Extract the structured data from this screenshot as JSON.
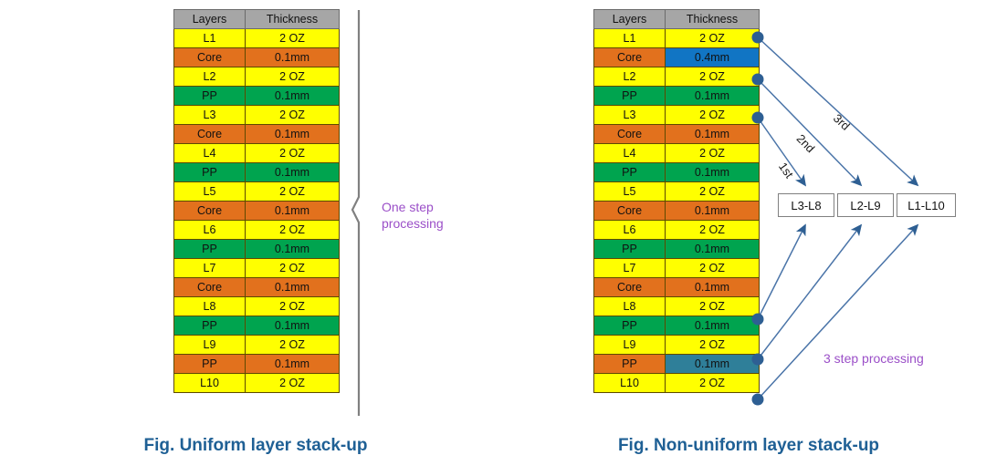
{
  "columns": [
    "Layers",
    "Thickness"
  ],
  "left": {
    "caption": "Fig. Uniform layer stack-up",
    "note": "One step\nprocessing",
    "rows": [
      {
        "layer": "L1",
        "thickness": "2 OZ",
        "layer_color": "yellow",
        "thickness_color": "yellow"
      },
      {
        "layer": "Core",
        "thickness": "0.1mm",
        "layer_color": "orange",
        "thickness_color": "orange"
      },
      {
        "layer": "L2",
        "thickness": "2 OZ",
        "layer_color": "yellow",
        "thickness_color": "yellow"
      },
      {
        "layer": "PP",
        "thickness": "0.1mm",
        "layer_color": "green",
        "thickness_color": "green"
      },
      {
        "layer": "L3",
        "thickness": "2 OZ",
        "layer_color": "yellow",
        "thickness_color": "yellow"
      },
      {
        "layer": "Core",
        "thickness": "0.1mm",
        "layer_color": "orange",
        "thickness_color": "orange"
      },
      {
        "layer": "L4",
        "thickness": "2 OZ",
        "layer_color": "yellow",
        "thickness_color": "yellow"
      },
      {
        "layer": "PP",
        "thickness": "0.1mm",
        "layer_color": "green",
        "thickness_color": "green"
      },
      {
        "layer": "L5",
        "thickness": "2 OZ",
        "layer_color": "yellow",
        "thickness_color": "yellow"
      },
      {
        "layer": "Core",
        "thickness": "0.1mm",
        "layer_color": "orange",
        "thickness_color": "orange"
      },
      {
        "layer": "L6",
        "thickness": "2 OZ",
        "layer_color": "yellow",
        "thickness_color": "yellow"
      },
      {
        "layer": "PP",
        "thickness": "0.1mm",
        "layer_color": "green",
        "thickness_color": "green"
      },
      {
        "layer": "L7",
        "thickness": "2 OZ",
        "layer_color": "yellow",
        "thickness_color": "yellow"
      },
      {
        "layer": "Core",
        "thickness": "0.1mm",
        "layer_color": "orange",
        "thickness_color": "orange"
      },
      {
        "layer": "L8",
        "thickness": "2 OZ",
        "layer_color": "yellow",
        "thickness_color": "yellow"
      },
      {
        "layer": "PP",
        "thickness": "0.1mm",
        "layer_color": "green",
        "thickness_color": "green"
      },
      {
        "layer": "L9",
        "thickness": "2 OZ",
        "layer_color": "yellow",
        "thickness_color": "yellow"
      },
      {
        "layer": "PP",
        "thickness": "0.1mm",
        "layer_color": "orange",
        "thickness_color": "orange"
      },
      {
        "layer": "L10",
        "thickness": "2 OZ",
        "layer_color": "yellow",
        "thickness_color": "yellow"
      }
    ]
  },
  "right": {
    "caption": "Fig. Non-uniform layer stack-up",
    "note": "3 step processing",
    "rows": [
      {
        "layer": "L1",
        "thickness": "2 OZ",
        "layer_color": "yellow",
        "thickness_color": "yellow"
      },
      {
        "layer": "Core",
        "thickness": "0.4mm",
        "layer_color": "orange",
        "thickness_color": "blue"
      },
      {
        "layer": "L2",
        "thickness": "2 OZ",
        "layer_color": "yellow",
        "thickness_color": "yellow"
      },
      {
        "layer": "PP",
        "thickness": "0.1mm",
        "layer_color": "green",
        "thickness_color": "green"
      },
      {
        "layer": "L3",
        "thickness": "2 OZ",
        "layer_color": "yellow",
        "thickness_color": "yellow"
      },
      {
        "layer": "Core",
        "thickness": "0.1mm",
        "layer_color": "orange",
        "thickness_color": "orange"
      },
      {
        "layer": "L4",
        "thickness": "2 OZ",
        "layer_color": "yellow",
        "thickness_color": "yellow"
      },
      {
        "layer": "PP",
        "thickness": "0.1mm",
        "layer_color": "green",
        "thickness_color": "green"
      },
      {
        "layer": "L5",
        "thickness": "2 OZ",
        "layer_color": "yellow",
        "thickness_color": "yellow"
      },
      {
        "layer": "Core",
        "thickness": "0.1mm",
        "layer_color": "orange",
        "thickness_color": "orange"
      },
      {
        "layer": "L6",
        "thickness": "2 OZ",
        "layer_color": "yellow",
        "thickness_color": "yellow"
      },
      {
        "layer": "PP",
        "thickness": "0.1mm",
        "layer_color": "green",
        "thickness_color": "green"
      },
      {
        "layer": "L7",
        "thickness": "2 OZ",
        "layer_color": "yellow",
        "thickness_color": "yellow"
      },
      {
        "layer": "Core",
        "thickness": "0.1mm",
        "layer_color": "orange",
        "thickness_color": "orange"
      },
      {
        "layer": "L8",
        "thickness": "2 OZ",
        "layer_color": "yellow",
        "thickness_color": "yellow"
      },
      {
        "layer": "PP",
        "thickness": "0.1mm",
        "layer_color": "green",
        "thickness_color": "green"
      },
      {
        "layer": "L9",
        "thickness": "2 OZ",
        "layer_color": "yellow",
        "thickness_color": "yellow"
      },
      {
        "layer": "PP",
        "thickness": "0.1mm",
        "layer_color": "orange",
        "thickness_color": "teal"
      },
      {
        "layer": "L10",
        "thickness": "2 OZ",
        "layer_color": "yellow",
        "thickness_color": "yellow"
      }
    ],
    "step_labels": [
      "1st",
      "2nd",
      "3rd"
    ],
    "group_boxes": [
      "L3-L8",
      "L2-L9",
      "L1-L10"
    ]
  },
  "colors": {
    "yellow": "#ffff00",
    "orange": "#e2711d",
    "green": "#00a44f",
    "blue": "#1175c4",
    "teal": "#2f7f99",
    "header_gray": "#a6a6a6",
    "arrow_blue": "#2e5f93",
    "note_purple": "#9b4fc8",
    "caption_blue": "#1f6095",
    "brace_gray": "#808080"
  }
}
